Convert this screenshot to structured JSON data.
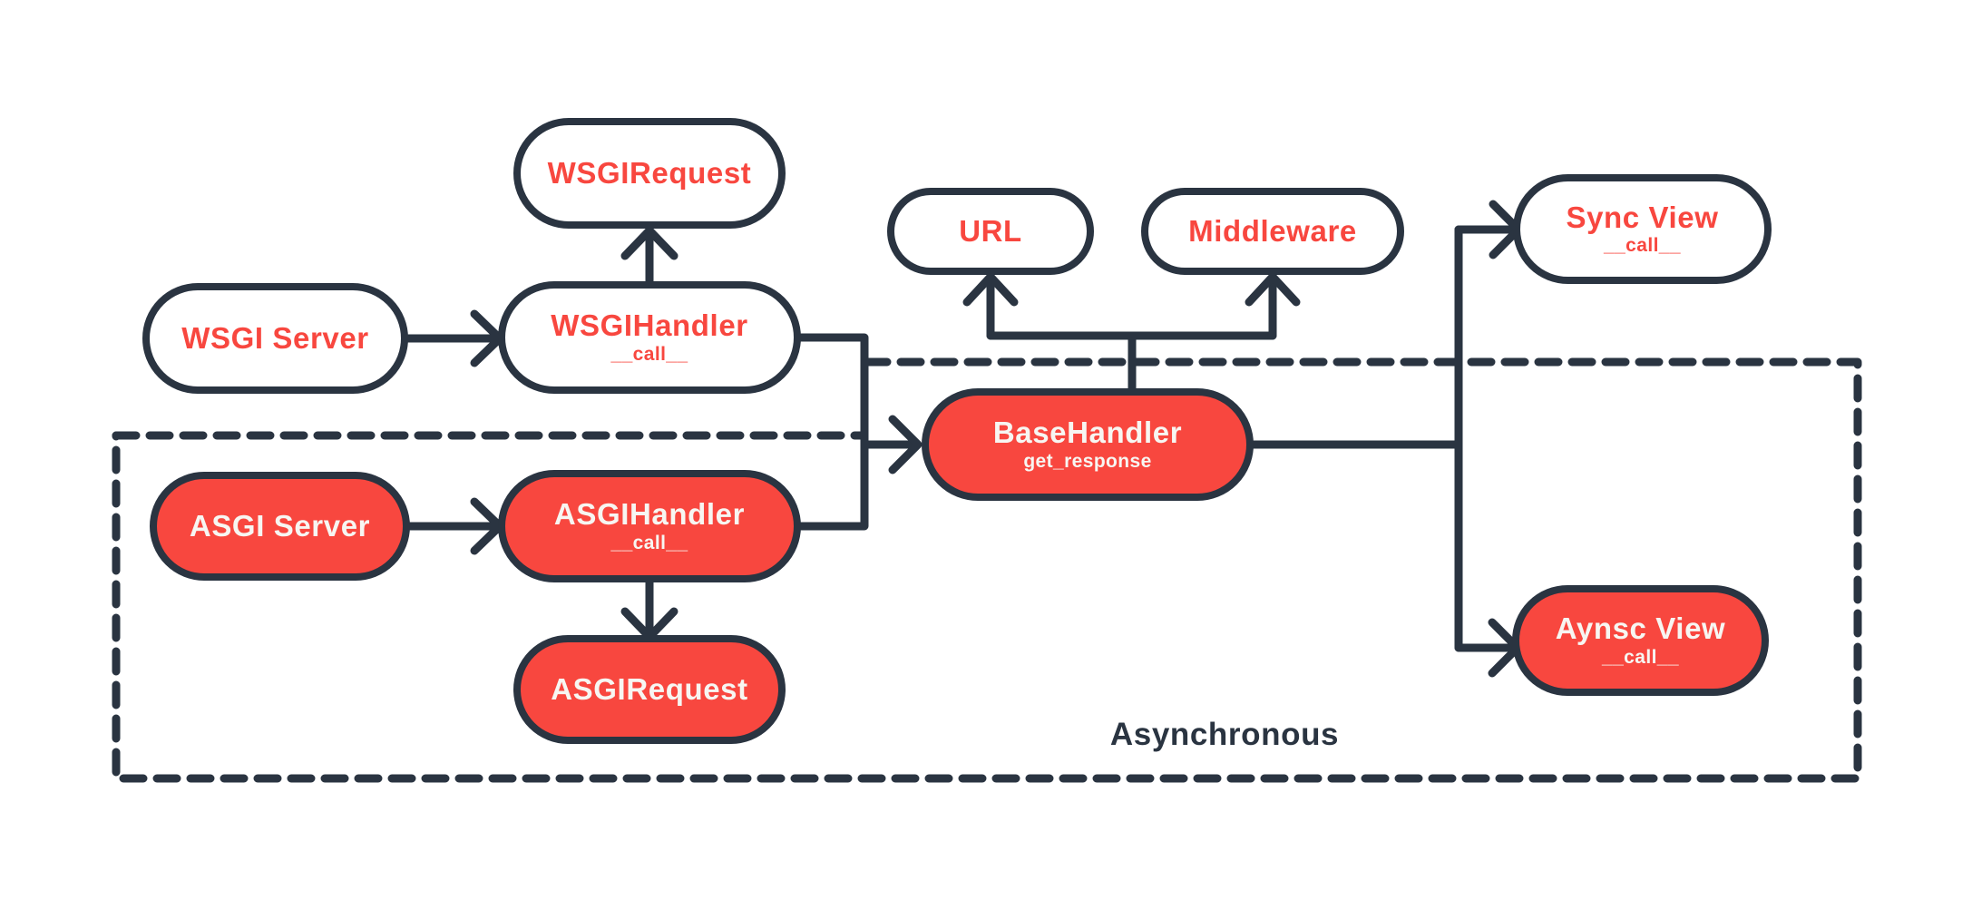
{
  "diagram": {
    "type": "flowchart",
    "async_region": {
      "label": "Asynchronous"
    },
    "colors": {
      "ink": "#2A3441",
      "accent_red": "#F8473F",
      "light_pill_background": "#FFFFFF",
      "light_pill_text": "#F8473F",
      "red_pill_text": "#F7F6F2",
      "background": "#FFFFFF"
    },
    "nodes": {
      "wsgi_request": {
        "label": "WSGIRequest"
      },
      "wsgi_server": {
        "label": "WSGI Server"
      },
      "wsgi_handler": {
        "label": "WSGIHandler",
        "sublabel": "__call__"
      },
      "url": {
        "label": "URL"
      },
      "middleware": {
        "label": "Middleware"
      },
      "base_handler": {
        "label": "BaseHandler",
        "sublabel": "get_response"
      },
      "sync_view": {
        "label": "Sync View",
        "sublabel": "__call__"
      },
      "asgi_server": {
        "label": "ASGI Server"
      },
      "asgi_handler": {
        "label": "ASGIHandler",
        "sublabel": "__call__"
      },
      "asgi_request": {
        "label": "ASGIRequest"
      },
      "async_view": {
        "label": "Aynsc View",
        "sublabel": "__call__"
      }
    },
    "edges": [
      {
        "from": "wsgi_server",
        "to": "wsgi_handler",
        "style": "arrow"
      },
      {
        "from": "wsgi_handler",
        "to": "wsgi_request",
        "style": "arrow"
      },
      {
        "from": "asgi_server",
        "to": "asgi_handler",
        "style": "arrow"
      },
      {
        "from": "asgi_handler",
        "to": "asgi_request",
        "style": "arrow"
      },
      {
        "from": "wsgi_handler",
        "to": "base_handler",
        "style": "arrow"
      },
      {
        "from": "asgi_handler",
        "to": "base_handler",
        "style": "arrow"
      },
      {
        "from": "base_handler",
        "to": "url",
        "style": "arrow"
      },
      {
        "from": "base_handler",
        "to": "middleware",
        "style": "arrow"
      },
      {
        "from": "base_handler",
        "to": "sync_view",
        "style": "arrow"
      },
      {
        "from": "base_handler",
        "to": "async_view",
        "style": "arrow"
      }
    ]
  }
}
